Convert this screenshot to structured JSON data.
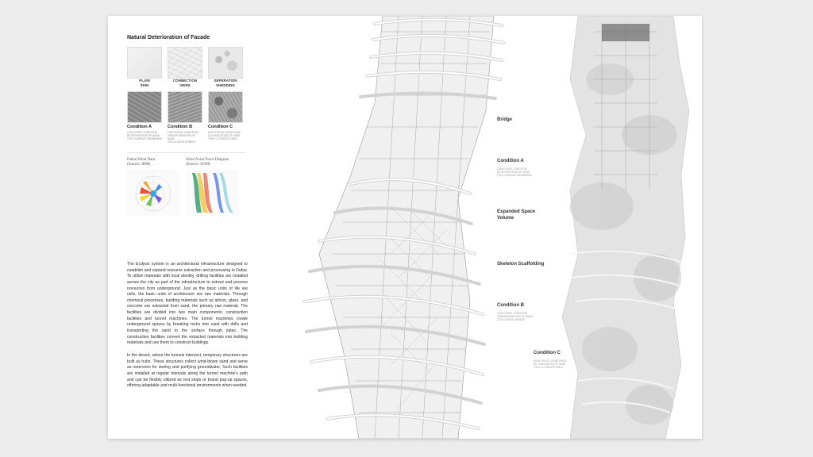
{
  "facade": {
    "title": "Natural Deterioration of Facade",
    "types": [
      {
        "label": "PLAIN\nSKIN"
      },
      {
        "label": "CONNECTION\nVEINS"
      },
      {
        "label": "SEPERATION\nSHEDDING"
      }
    ],
    "conditions": [
      {
        "title": "Condition A",
        "desc": "LOW FORCE CONDITION\nDETERIORATION OF SAND\nTOOL SURFACE MEMBRANE"
      },
      {
        "title": "Condition B",
        "desc": "LOW FORCE CONDITION\nTRANSFORMATION OF SAND\nTOOLS DEVELOPMENT"
      },
      {
        "title": "Condition C",
        "desc": "HIGH FORCE CONDITIONS\nACCUMULATION OF SAND\nTHICK & CRACKS SHELL"
      }
    ]
  },
  "diagrams": [
    {
      "title": "Dubai Wind Data\n(Source: IBM)"
    },
    {
      "title": "Wind Axial Force Diagram\n(Source: SOM)"
    }
  ],
  "body": {
    "paragraph1": "The Ecdysis system is an architectural infrastructure designed to establish and expand resource extraction and processing in Dubai. To utilize materials with local identity, drilling facilities are installed across the city as part of the infrastructure to extract and process resources from underground. Just as the basic units of life are cells, the basic units of architecture are raw materials. Through chemical processes, building materials such as silicon, glass, and concrete are extracted from sand, the primary raw material. The facilities are divided into two main components: construction facilities and tunnel machines. The tunnel machines create underground spaces by breaking rocks into sand with drills and transporting the sand to the surface through pipes. The construction facilities convert the extracted materials into building materials and use them to construct buildings.",
    "paragraph2": "In the desert, where the tunnels intersect, temporary structures are built as hubs. These structures collect wind-blown sand and serve as reservoirs for storing and purifying groundwater. Such facilities are installed at regular intervals along the tunnel machine's path and can be flexibly utilized as rest stops or brand pop-up spaces, offering adaptable and multi-functional environments when needed."
  },
  "callouts": [
    {
      "title": "Bridge",
      "desc": ""
    },
    {
      "title": "Condition A",
      "desc": "LOW FORCE CONDITION\nDETERIORATION OF SAND\nTOOL SURFACE MEMBRANE"
    },
    {
      "title": "Expanded Space\nVolume",
      "desc": ""
    },
    {
      "title": "Skeleton Scaffolding",
      "desc": ""
    },
    {
      "title": "Condition B",
      "desc": "LOW FORCE CONDITION\nTRANSFORMATION OF SAND\nTOOLS DEVELOPMENT"
    },
    {
      "title": "Condition C",
      "desc": "HIGH FORCE CONDITIONS\nACCUMULATION OF SAND\nTHICK & CRACKS SHELL"
    }
  ]
}
